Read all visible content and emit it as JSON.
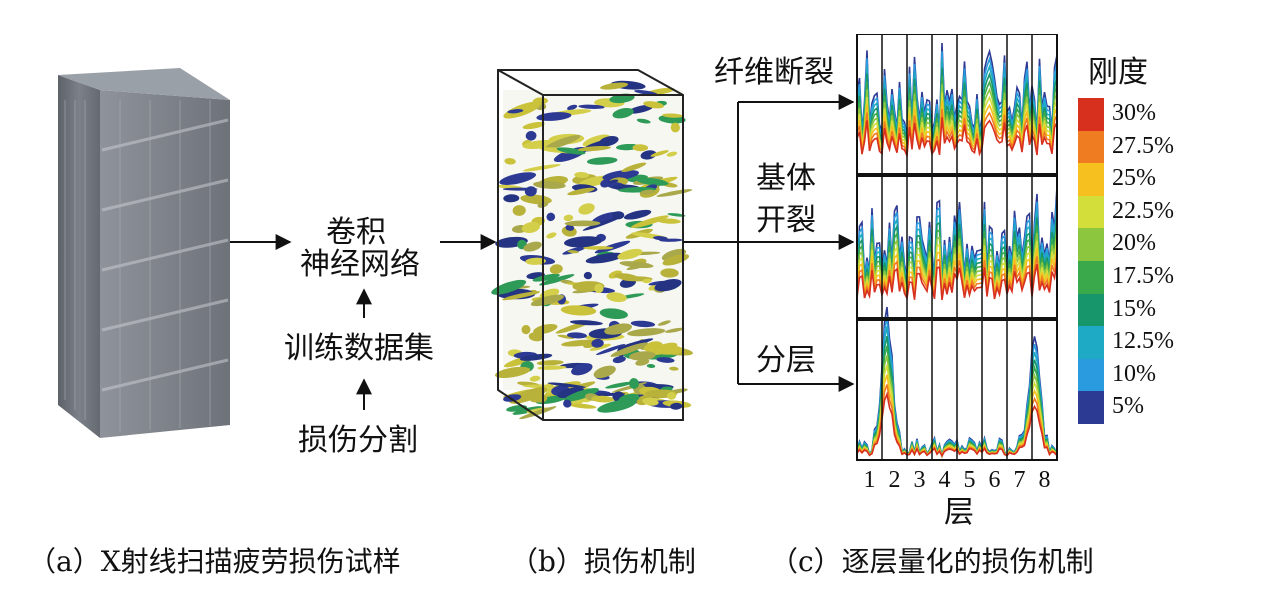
{
  "panel_a": {
    "caption": "（a）X射线扫描疲劳损伤试样"
  },
  "panel_b": {
    "caption": "（b）损伤机制"
  },
  "panel_c": {
    "caption": "（c）逐层量化的损伤机制"
  },
  "flow": {
    "cnn": "卷积",
    "cnn2": "神经网络",
    "train": "训练数据集",
    "seg": "损伤分割"
  },
  "mechanisms": {
    "fiber": "纤维断裂",
    "matrix1": "基体",
    "matrix2": "开裂",
    "delam": "分层"
  },
  "axis": {
    "xlabel": "层",
    "ticks": [
      "1",
      "2",
      "3",
      "4",
      "5",
      "6",
      "7",
      "8"
    ]
  },
  "legend": {
    "title": "刚度",
    "entries": [
      {
        "label": "30%",
        "color": "#d7301f"
      },
      {
        "label": "27.5%",
        "color": "#f07c22"
      },
      {
        "label": "25%",
        "color": "#f6c01e"
      },
      {
        "label": "22.5%",
        "color": "#d4de3a"
      },
      {
        "label": "20%",
        "color": "#8cc63f"
      },
      {
        "label": "17.5%",
        "color": "#3aa94b"
      },
      {
        "label": "15%",
        "color": "#16966a"
      },
      {
        "label": "12.5%",
        "color": "#1eaac4"
      },
      {
        "label": "10%",
        "color": "#2b9be0"
      },
      {
        "label": "5%",
        "color": "#2c3a94"
      }
    ]
  }
}
